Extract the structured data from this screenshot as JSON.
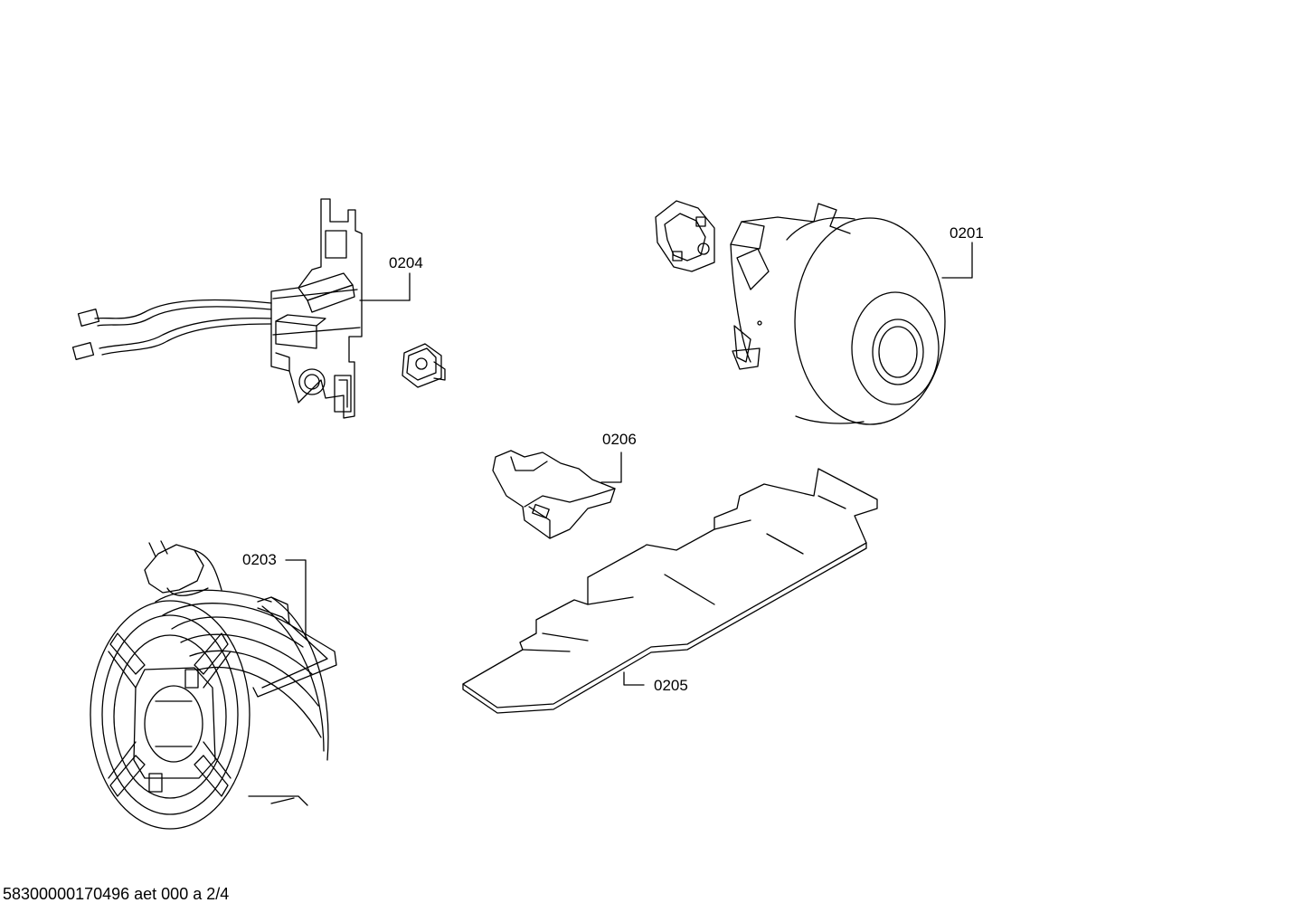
{
  "diagram": {
    "parts": [
      {
        "id": "motor",
        "label": "0201",
        "icon": "vacuum-motor-icon"
      },
      {
        "id": "cable-reel",
        "label": "0203",
        "icon": "cable-reel-icon"
      },
      {
        "id": "electronic-board",
        "label": "0204",
        "icon": "circuit-board-icon"
      },
      {
        "id": "insulation-plate",
        "label": "0205",
        "icon": "flat-plate-icon"
      },
      {
        "id": "connector-clip",
        "label": "0206",
        "icon": "connector-clip-icon"
      }
    ]
  },
  "footer": {
    "document_code": "58300000170496 aet 000 a 2/4"
  }
}
